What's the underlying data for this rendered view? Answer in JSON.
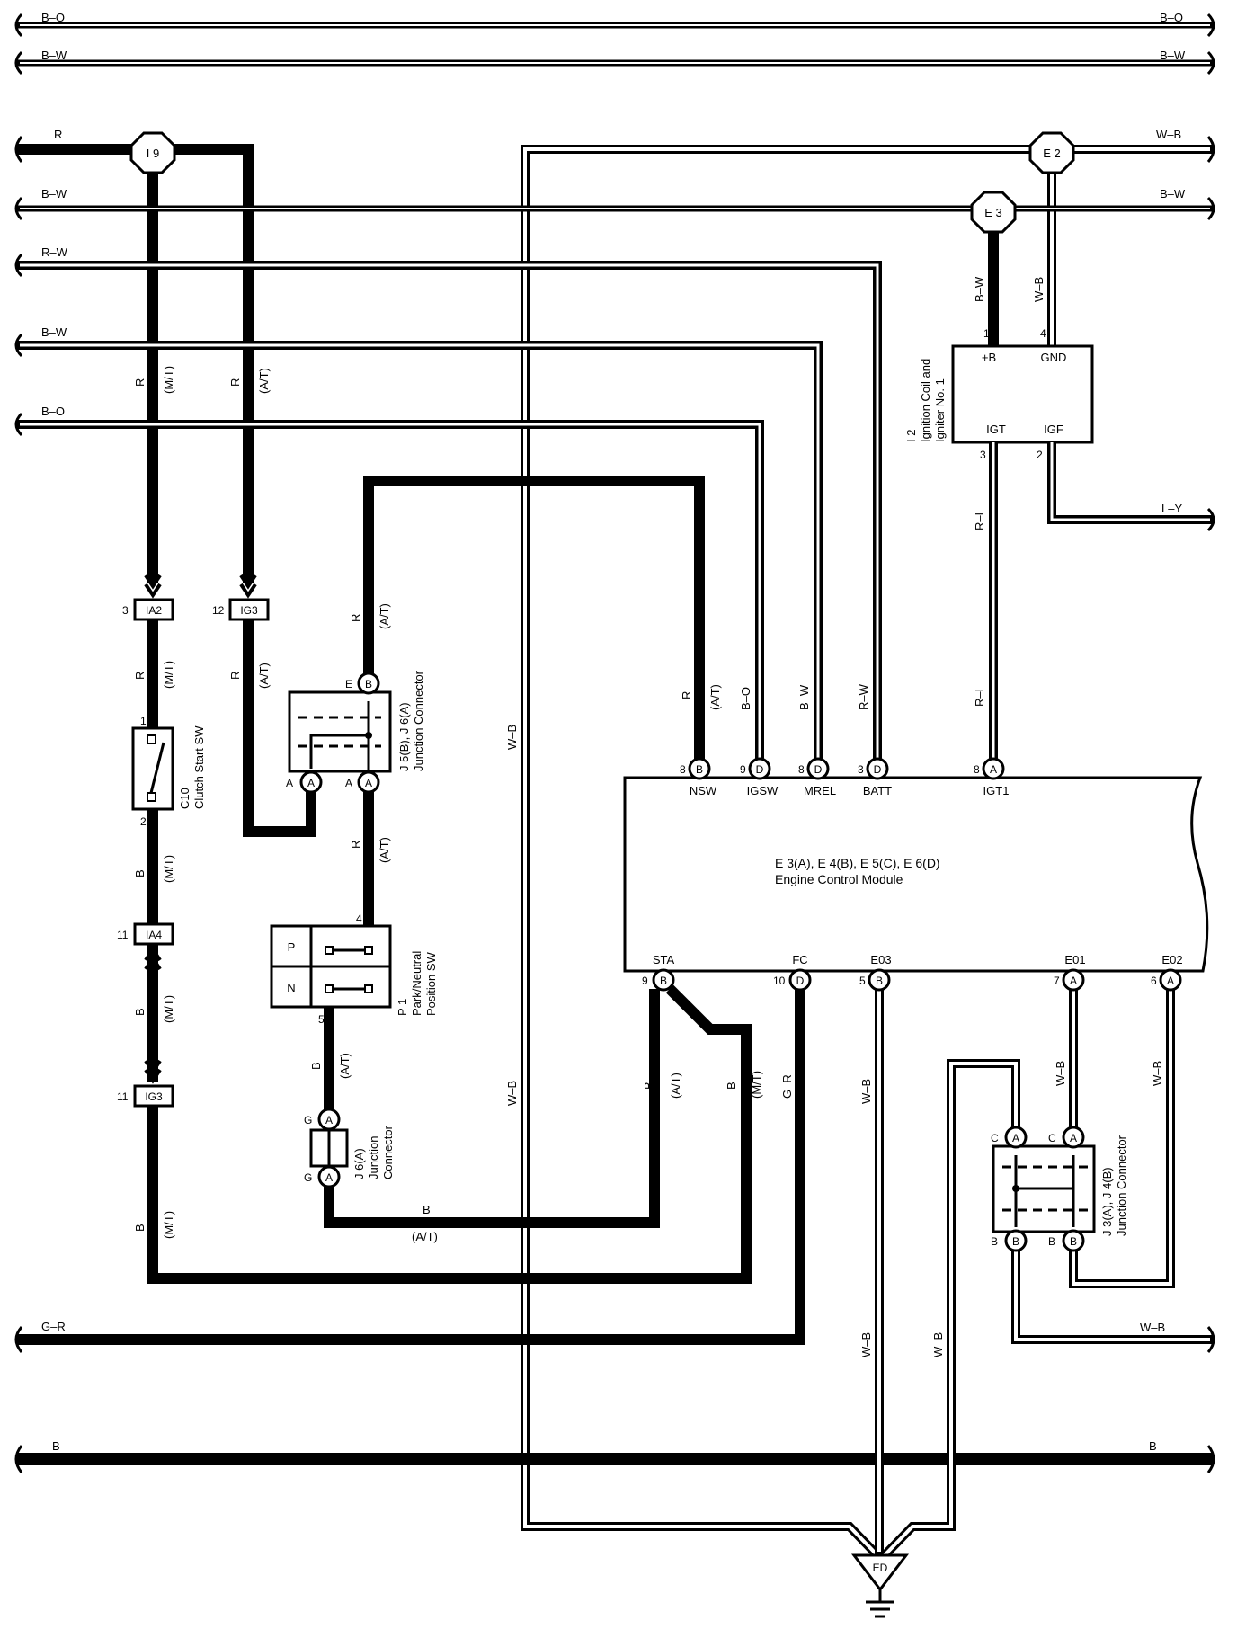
{
  "bus_labels": {
    "b_o_top_left": "B–O",
    "b_o_top_right": "B–O",
    "b_w_top_left": "B–W",
    "b_w_top_right": "B–W",
    "r_left": "R",
    "w_b_right": "W–B",
    "b_w2_left": "B–W",
    "b_w2_right": "B–W",
    "r_w_left": "R–W",
    "b_w3_left": "B–W",
    "b_o2_left": "B–O",
    "l_y_right": "L–Y",
    "g_r_left": "G–R",
    "w_b_bottom_right": "W–B",
    "b_bottom_left": "B",
    "b_bottom_right": "B"
  },
  "junctions": {
    "i9": "I 9",
    "e2": "E 2",
    "e3": "E 3",
    "ed": "ED"
  },
  "connectors": {
    "ia2": {
      "name": "IA2",
      "pin": "3"
    },
    "ig3_top": {
      "name": "IG3",
      "pin": "12"
    },
    "ia4": {
      "name": "IA4",
      "pin": "11"
    },
    "ig3_bottom": {
      "name": "IG3",
      "pin": "11"
    }
  },
  "wire_labels": {
    "r_mt_top": "R",
    "mt_top": "(M/T)",
    "r_at_top": "R",
    "at_top": "(A/T)",
    "r_mt_mid": "R",
    "mt_mid": "(M/T)",
    "r_at_mid": "R",
    "at_mid": "(A/T)",
    "r_at_j5": "R",
    "at_j5": "(A/T)",
    "b_mt_1": "B",
    "mt_1": "(M/T)",
    "b_mt_2": "B",
    "mt_2": "(M/T)",
    "b_mt_3": "B",
    "mt_3": "(M/T)",
    "r_at_p1": "R",
    "at_p1": "(A/T)",
    "b_at_p1": "B",
    "at_p1b": "(A/T)",
    "b_at_bottom": "B",
    "at_bottom": "(A/T)",
    "r_nsw": "R",
    "at_nsw": "(A/T)",
    "b_o_igsw": "B–O",
    "b_w_mrel": "B–W",
    "r_w_batt": "R–W",
    "r_l_igt1": "R–L",
    "b_w_i2": "B–W",
    "w_b_i2": "W–B",
    "r_l_i2": "R–L",
    "w_b_mid": "W–B",
    "w_b_low": "W–B",
    "b_sta": "B",
    "at_sta": "(A/T)",
    "b_mt_sta": "B",
    "mt_sta": "(M/T)",
    "g_r_fc": "G–R",
    "w_b_e03": "W–B",
    "w_b_e01": "W–B",
    "w_b_e02": "W–B",
    "w_b_ed1": "W–B",
    "w_b_ed2": "W–B"
  },
  "components": {
    "clutch": {
      "code": "C10",
      "name": "Clutch Start SW",
      "pin_top": "1",
      "pin_bottom": "2"
    },
    "j5j6": {
      "code": "J 5(B), J 6(A)",
      "name": "Junction Connector",
      "pin_e": "E",
      "pin_e_tag": "B",
      "pin_a1": "A",
      "pin_a1_tag": "A",
      "pin_a2": "A",
      "pin_a2_tag": "A"
    },
    "p1": {
      "code": "P 1",
      "name_line1": "Park/Neutral",
      "name_line2": "Position SW",
      "p": "P",
      "n": "N",
      "pin_top": "4",
      "pin_bottom": "5"
    },
    "j6": {
      "code": "J 6(A)",
      "name_line1": "Junction",
      "name_line2": "Connector",
      "pin_g1": "G",
      "tag_g1": "A",
      "pin_g2": "G",
      "tag_g2": "A"
    },
    "i2": {
      "code": "I 2",
      "name_line1": "Ignition Coil and",
      "name_line2": "Igniter No. 1",
      "plus_b": "+B",
      "gnd": "GND",
      "igt": "IGT",
      "igf": "IGF",
      "pin1": "1",
      "pin4": "4",
      "pin3": "3",
      "pin2": "2"
    },
    "j3j4": {
      "code": "J 3(A), J 4(B)",
      "name": "Junction Connector",
      "c1": "C",
      "c1_tag": "A",
      "c2": "C",
      "c2_tag": "A",
      "b1": "B",
      "b1_tag": "B",
      "b2": "B",
      "b2_tag": "B"
    },
    "ecm": {
      "code": "E 3(A), E 4(B), E 5(C), E 6(D)",
      "name": "Engine Control Module",
      "top_pins": [
        {
          "num": "8",
          "tag": "B",
          "label": "NSW"
        },
        {
          "num": "9",
          "tag": "D",
          "label": "IGSW"
        },
        {
          "num": "8",
          "tag": "D",
          "label": "MREL"
        },
        {
          "num": "3",
          "tag": "D",
          "label": "BATT"
        },
        {
          "num": "8",
          "tag": "A",
          "label": "IGT1"
        }
      ],
      "bottom_pins": [
        {
          "num": "9",
          "tag": "B",
          "label": "STA"
        },
        {
          "num": "10",
          "tag": "D",
          "label": "FC"
        },
        {
          "num": "5",
          "tag": "B",
          "label": "E03"
        },
        {
          "num": "7",
          "tag": "A",
          "label": "E01"
        },
        {
          "num": "6",
          "tag": "A",
          "label": "E02"
        }
      ]
    }
  }
}
